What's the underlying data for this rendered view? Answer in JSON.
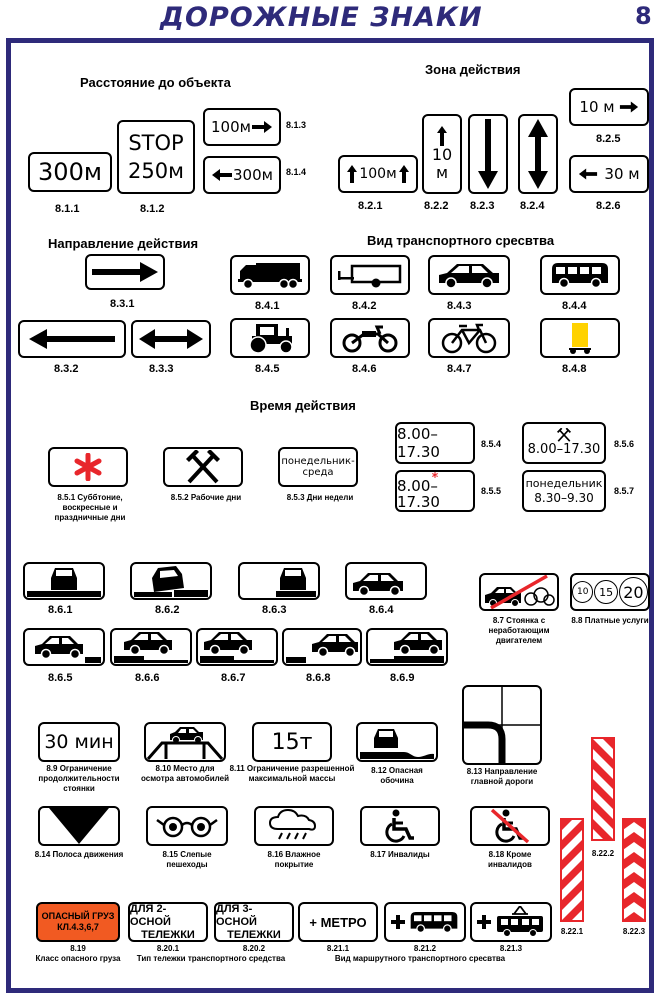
{
  "title": "ДОРОЖНЫЕ ЗНАКИ",
  "page_number": "8",
  "sections": {
    "distance": "Расстояние до объекта",
    "zone": "Зона действия",
    "direction": "Направление действия",
    "vehicle": "Вид транспортного сресвтва",
    "time": "Время действия"
  },
  "distance_signs": {
    "s811": {
      "text": "300м",
      "code": "8.1.1"
    },
    "s812": {
      "line1": "STOP",
      "line2": "250м",
      "code": "8.1.2"
    },
    "s813": {
      "text": "100м",
      "code": "8.1.3"
    },
    "s814": {
      "text": "300м",
      "code": "8.1.4"
    }
  },
  "zone_signs": {
    "s821": {
      "text": "100м",
      "code": "8.2.1"
    },
    "s822": {
      "line1": "10",
      "line2": "м",
      "code": "8.2.2"
    },
    "s823": {
      "code": "8.2.3"
    },
    "s824": {
      "code": "8.2.4"
    },
    "s825": {
      "text": "10 м",
      "code": "8.2.5"
    },
    "s826": {
      "text": "30 м",
      "code": "8.2.6"
    }
  },
  "direction_signs": [
    "8.3.1",
    "8.3.2",
    "8.3.3"
  ],
  "vehicle_signs": [
    "8.4.1",
    "8.4.2",
    "8.4.3",
    "8.4.4",
    "8.4.5",
    "8.4.6",
    "8.4.7",
    "8.4.8"
  ],
  "time_signs": {
    "s851": {
      "caption": "8.5.1 Суббтоние, воскресные и праздничные дни"
    },
    "s852": {
      "caption": "8.5.2 Рабочие дни"
    },
    "s853": {
      "text": "понедельник-среда",
      "caption": "8.5.3 Дни недели"
    },
    "s854": {
      "text": "8.00–17.30",
      "code": "8.5.4"
    },
    "s855": {
      "text": "8.00–17.30",
      "code": "8.5.5"
    },
    "s856": {
      "text": "8.00–17.30",
      "code": "8.5.6"
    },
    "s857": {
      "line1": "понедельник",
      "line2": "8.30–9.30",
      "code": "8.5.7"
    }
  },
  "parking_signs": [
    "8.6.1",
    "8.6.2",
    "8.6.3",
    "8.6.4",
    "8.6.5",
    "8.6.6",
    "8.6.7",
    "8.6.8",
    "8.6.9"
  ],
  "s87": {
    "caption": "8.7 Стоянка с неработающим двигателем"
  },
  "s88": {
    "v1": "10",
    "v2": "15",
    "v3": "20",
    "caption": "8.8 Платные услуги"
  },
  "s89": {
    "text": "30 мин",
    "caption": "8.9 Ограничение продолжительности стоянки"
  },
  "s810": {
    "caption": "8.10 Место для осмотра автомобилей"
  },
  "s811b": {
    "text": "15т",
    "caption": "8.11 Ограничение разрешенной максимальной массы"
  },
  "s812b": {
    "caption": "8.12 Опасная обочина"
  },
  "s813b": {
    "caption": "8.13 Направление главной дороги"
  },
  "s814b": {
    "caption": "8.14 Полоса движения"
  },
  "s815": {
    "caption": "8.15 Слепые пешеходы"
  },
  "s816": {
    "caption": "8.16 Влажное покрытие"
  },
  "s817": {
    "caption": "8.17 Инвалиды"
  },
  "s818": {
    "caption": "8.18 Кроме инвалидов"
  },
  "s819": {
    "line1": "ОПАСНЫЙ ГРУЗ",
    "line2": "КЛ.4.3,6,7",
    "code": "8.19",
    "caption": "Класс опасного груза"
  },
  "s8201": {
    "line1": "ДЛЯ 2-ОСНОЙ",
    "line2": "ТЕЛЕЖКИ",
    "code": "8.20.1"
  },
  "s8202": {
    "line1": "ДЛЯ 3-ОСНОЙ",
    "line2": "ТЕЛЕЖКИ",
    "code": "8.20.2"
  },
  "s820_caption": "Тип тележки транспортного средства",
  "s8211": {
    "text": "+ МЕТРО",
    "code": "8.21.1"
  },
  "s8212": {
    "code": "8.21.2"
  },
  "s8213": {
    "code": "8.21.3"
  },
  "s821_caption": "Вид маршрутного транспортного сресвтва",
  "s822": [
    "8.22.1",
    "8.22.2",
    "8.22.3"
  ],
  "colors": {
    "frame": "#2e2a7a",
    "red": "#e8262b",
    "orange": "#f15a22",
    "yellow": "#ffd200"
  }
}
